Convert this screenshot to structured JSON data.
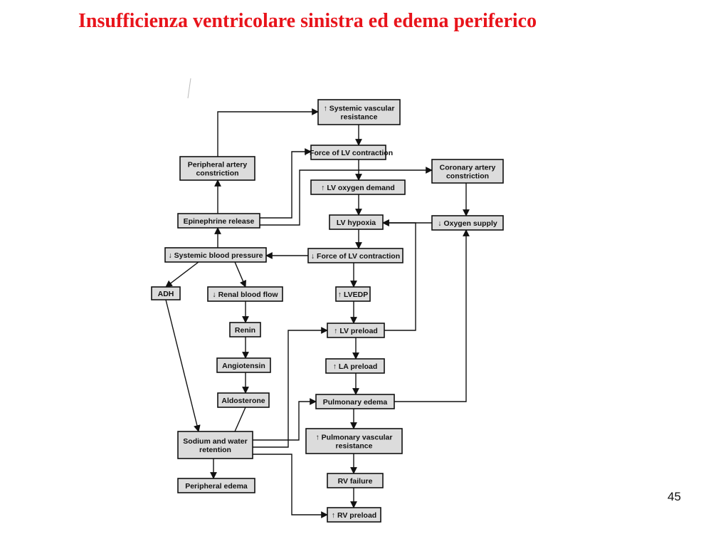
{
  "title": "Insufficienza ventricolare sinistra ed edema periferico",
  "page_number": "45",
  "nodes": {
    "svr_up": [
      "↑ Systemic vascular",
      "resistance"
    ],
    "force_lv_up": [
      "↑ Force of LV contraction"
    ],
    "periph_artery": [
      "Peripheral artery",
      "constriction"
    ],
    "coronary_artery": [
      "Coronary artery",
      "constriction"
    ],
    "lv_o2_demand": [
      "↑ LV oxygen demand"
    ],
    "epinephrine": [
      "Epinephrine release"
    ],
    "lv_hypoxia": [
      "LV hypoxia"
    ],
    "o2_supply_down": [
      "↓ Oxygen supply"
    ],
    "sbp_down": [
      "↓ Systemic blood pressure"
    ],
    "force_lv_down": [
      "↓ Force of LV contraction"
    ],
    "adh": [
      "ADH"
    ],
    "renal_flow_down": [
      "↓ Renal blood flow"
    ],
    "lvedp_up": [
      "↑ LVEDP"
    ],
    "renin": [
      "Renin"
    ],
    "lv_preload_up": [
      "↑ LV preload"
    ],
    "angiotensin": [
      "Angiotensin"
    ],
    "la_preload_up": [
      "↑ LA preload"
    ],
    "aldosterone": [
      "Aldosterone"
    ],
    "pulm_edema": [
      "Pulmonary edema"
    ],
    "sodium_water": [
      "Sodium and water",
      "retention"
    ],
    "pvr_up": [
      "↑ Pulmonary vascular",
      "resistance"
    ],
    "rv_failure": [
      "RV failure"
    ],
    "periph_edema": [
      "Peripheral edema"
    ],
    "rv_preload_up": [
      "↑ RV preload"
    ]
  }
}
